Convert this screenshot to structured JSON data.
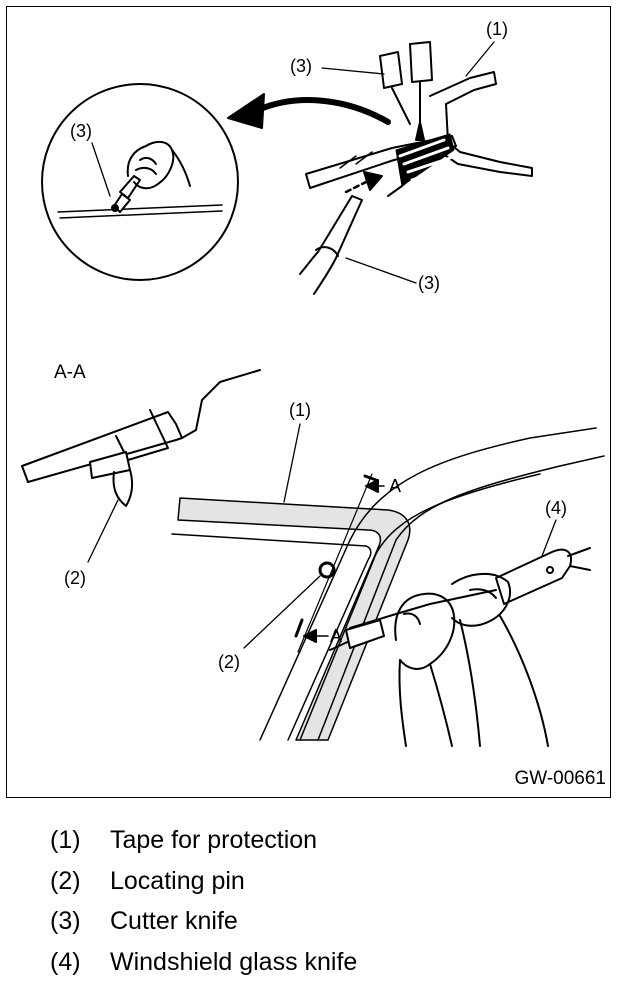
{
  "figure": {
    "section_label": "A-A",
    "code": "GW-00661",
    "callouts": {
      "tape": "(1)",
      "pin": "(2)",
      "cutter": "(3)",
      "glass_knife": "(4)",
      "section_marker": "A"
    }
  },
  "legend": [
    {
      "num": "(1)",
      "label": "Tape for protection"
    },
    {
      "num": "(2)",
      "label": "Locating pin"
    },
    {
      "num": "(3)",
      "label": "Cutter knife"
    },
    {
      "num": "(4)",
      "label": "Windshield glass knife"
    }
  ],
  "colors": {
    "line": "#000000",
    "tape_fill": "#e4e4e4",
    "paper": "#ffffff"
  }
}
